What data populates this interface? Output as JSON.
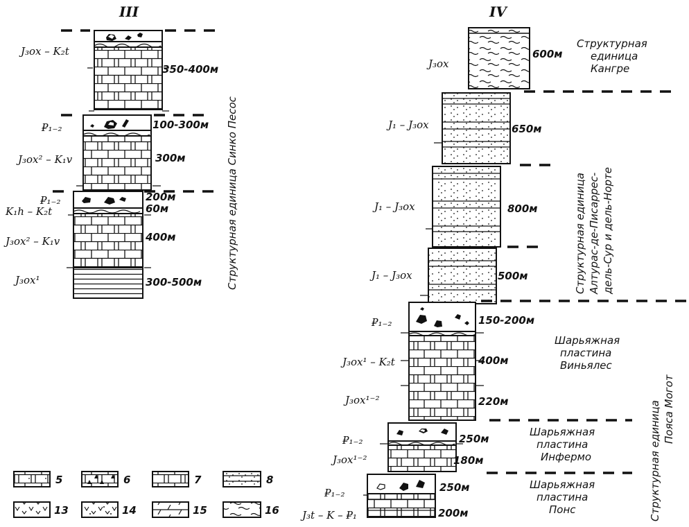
{
  "headers": {
    "col3": "III",
    "col4": "IV"
  },
  "col3": {
    "blocks": [
      {
        "labels": [
          "J₃ox – K₂t"
        ],
        "thicknesses": [
          "350-400м"
        ]
      },
      {
        "labels": [
          "₽₁₋₂",
          "J₃ox² – K₁v"
        ],
        "thicknesses": [
          "100-300м",
          "300м"
        ]
      },
      {
        "labels": [
          "₽₁₋₂",
          "K₁h – K₂t",
          "J₃ox² – K₁v",
          "J₃ox¹"
        ],
        "thicknesses": [
          "200м",
          "60м",
          "400м",
          "300-500м"
        ]
      }
    ],
    "unit": "Структурная единица Синко Песос"
  },
  "col4": {
    "blocks": [
      {
        "labels": [
          "J₃ox"
        ],
        "thicknesses": [
          "600м"
        ]
      },
      {
        "labels": [
          "J₁ – J₃ox"
        ],
        "thicknesses": [
          "650м"
        ]
      },
      {
        "labels": [
          "J₁ – J₃ox"
        ],
        "thicknesses": [
          "800м"
        ]
      },
      {
        "labels": [
          "J₁ – J₃ox"
        ],
        "thicknesses": [
          "500м"
        ]
      },
      {
        "labels": [
          "₽₁₋₂",
          "J₃ox¹ – K₂t",
          "J₃ox¹⁻²"
        ],
        "thicknesses": [
          "150-200м",
          "400м",
          "220м"
        ]
      },
      {
        "labels": [
          "₽₁₋₂",
          "J₃ox¹⁻²"
        ],
        "thicknesses": [
          "250м",
          "180м"
        ]
      },
      {
        "labels": [
          "₽₁₋₂",
          "J₃t – K – ₽₁"
        ],
        "thicknesses": [
          "250м",
          "200м"
        ]
      }
    ],
    "units": {
      "kangre": "Структурная единица Кангре",
      "altura_line1": "Структурная единица",
      "altura_line2": "Алтурас-де-Писаррес-",
      "altura_line3": "дель-Сур и дель-Норте",
      "vinales": "Шарьяжная пластина Виньялес",
      "infermo": "Шарьяжная пластина Инфермо",
      "pons": "Шарьяжная пластина Понс",
      "mogote_line1": "Структурная единица",
      "mogote_line2": "Пояса Могот"
    }
  },
  "legend": [
    {
      "num": "5"
    },
    {
      "num": "6"
    },
    {
      "num": "7"
    },
    {
      "num": "8"
    },
    {
      "num": "13"
    },
    {
      "num": "14"
    },
    {
      "num": "15"
    },
    {
      "num": "16"
    }
  ]
}
